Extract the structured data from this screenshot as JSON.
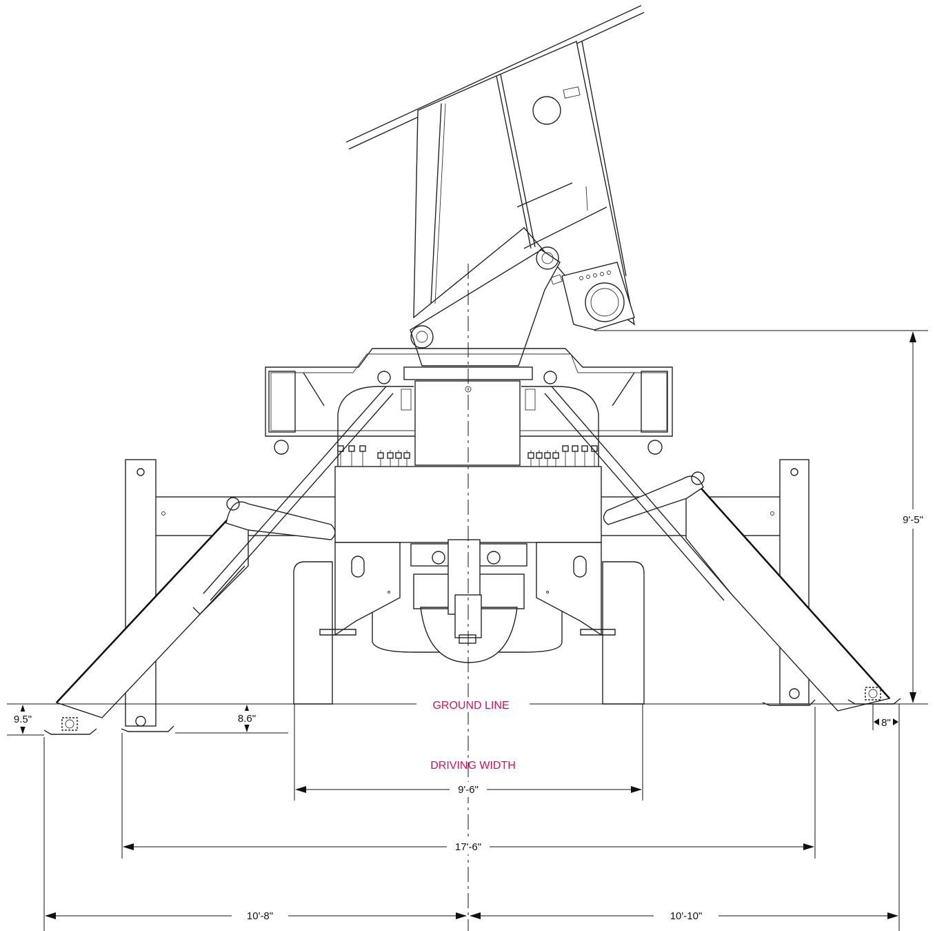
{
  "labels": {
    "ground_line": "GROUND LINE",
    "driving_width": "DRIVING WIDTH"
  },
  "dimensions": {
    "height_to_boom": "9'-5\"",
    "left_pad_depth": "9.5\"",
    "inner_pad_depth": "8.6\"",
    "right_pad_offset": "8\"",
    "driving_width": "9'-6\"",
    "outrigger_spread": "17'-6\"",
    "left_half_width": "10'-8\"",
    "right_half_width": "10'-10\""
  },
  "colors": {
    "label_red": "#d1125a",
    "line": "#222222"
  }
}
